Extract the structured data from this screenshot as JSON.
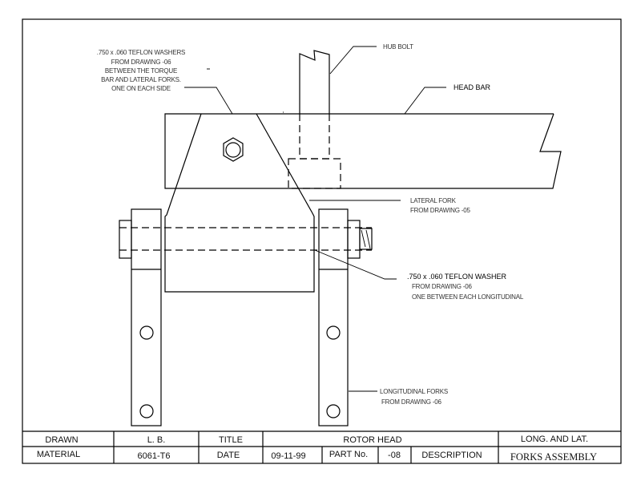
{
  "annotations": {
    "washers_note": [
      ".750 x .060 TEFLON WASHERS",
      "FROM DRAWING -06",
      "BETWEEN THE TORQUE",
      "BAR AND LATERAL FORKS.",
      "ONE ON EACH SIDE"
    ],
    "hub_bolt": "HUB BOLT",
    "head_bar": "HEAD BAR",
    "lateral_fork": [
      "LATERAL FORK",
      "FROM DRAWING -05"
    ],
    "teflon_washer": [
      ".750 x .060  TEFLON  WASHER",
      "FROM DRAWING -06",
      "ONE BETWEEN EACH LONGITUDINAL"
    ],
    "longitudinal_forks": [
      "LONGITUDINAL FORKS",
      "FROM DRAWING -06"
    ]
  },
  "title_block": {
    "drawn_label": "DRAWN",
    "drawn_value": "L. B.",
    "title_label": "TITLE",
    "title_value": "ROTOR HEAD",
    "title_desc": "LONG. AND LAT.",
    "material_label": "MATERIAL",
    "material_value": "6061-T6",
    "date_label": "DATE",
    "date_value": "09-11-99",
    "part_label": "PART No.",
    "part_value": "-08",
    "description_label": "DESCRIPTION",
    "description_value": "FORKS ASSEMBLY"
  }
}
